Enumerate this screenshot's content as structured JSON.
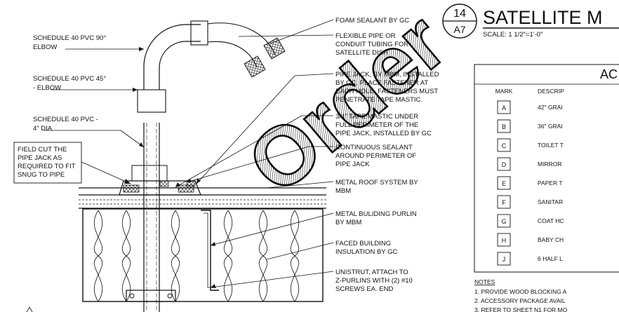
{
  "detail": {
    "number": "14",
    "sheet": "A7",
    "title": "SATELLITE M",
    "scale": "SCALE: 1 1/2\"=1'-0\""
  },
  "left_labels": {
    "elbow90": [
      "SCHEDULE 40 PVC 90°",
      "ELBOW"
    ],
    "elbow45": [
      "SCHEDULE 40 PVC 45°",
      "- ELBOW"
    ],
    "pvc": [
      "SCHEDULE 40 PVC -",
      "4\" DIA"
    ],
    "field_cut": [
      "FIELD CUT THE",
      "PIPE JACK AS",
      "REQUIRED TO FIT",
      "SNUG TO PIPE"
    ]
  },
  "right_labels": {
    "foam": [
      "FOAM SEALANT BY GC"
    ],
    "flex": [
      "FLEXIBLE PIPE OR",
      "CONDUIT TUBING FOR",
      "SATELLITE DISH"
    ],
    "jack": [
      "PIPE JACK, BY MBM, INSTALLED",
      "BY GC.  PLACE FASTENER AT",
      "EACH HOLE. FASTENERS MUST",
      "PENETRATE TAPE MASTIC."
    ],
    "mastic": [
      "3/4\" TAPE MASTIC UNDER",
      "FULL PERIMETER OF THE",
      "PIPE JACK, INSTALLED BY GC"
    ],
    "sealant": [
      "CONTINUOUS SEALANT",
      "AROUND PERIMETER OF",
      "PIPE JACK"
    ],
    "roof": [
      "METAL ROOF SYSTEM BY",
      "MBM"
    ],
    "purlin": [
      "METAL BULIDING PURLIN",
      "BY MBM"
    ],
    "insulation": [
      "FACED BUILDING",
      "INSULATION BY GC"
    ],
    "unistrut": [
      "UNISTRUT, ATTACH TO",
      "Z-PURLINS WITH (2) #10",
      "SCREWS EA. END"
    ]
  },
  "schedule": {
    "title": "AC",
    "mark_header": "MARK",
    "desc_header": "DESCRIP",
    "rows": [
      {
        "mark": "A",
        "desc": "42\" GRAI"
      },
      {
        "mark": "B",
        "desc": "36\" GRAI"
      },
      {
        "mark": "C",
        "desc": "TOILET T"
      },
      {
        "mark": "D",
        "desc": "MIRROR"
      },
      {
        "mark": "E",
        "desc": "PAPER T"
      },
      {
        "mark": "F",
        "desc": "SANITAR"
      },
      {
        "mark": "G",
        "desc": "COAT HC"
      },
      {
        "mark": "H",
        "desc": "BABY CH"
      },
      {
        "mark": "J",
        "desc": "6 HALF L"
      }
    ]
  },
  "notes": {
    "heading": "NOTES",
    "items": [
      "1. PROVIDE WOOD BLOCKING A",
      "2. ACCESSORY PACKAGE AVAIL",
      "3. REFER TO SHEET N1 FOR MO"
    ]
  },
  "watermark": "Order"
}
